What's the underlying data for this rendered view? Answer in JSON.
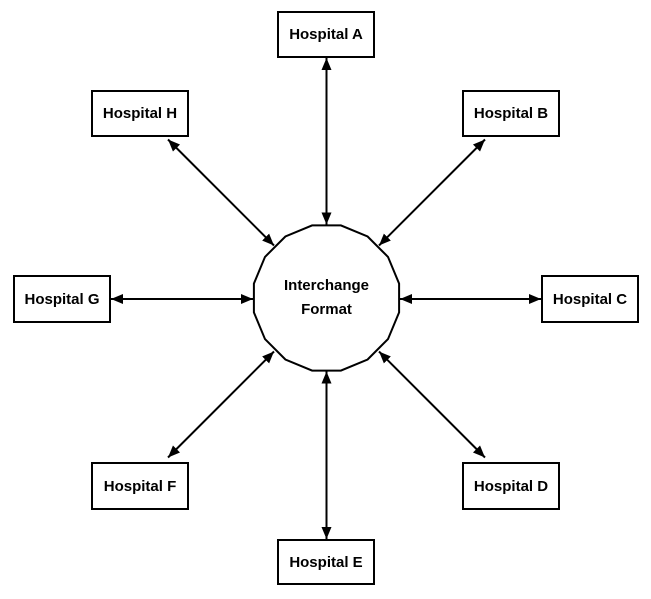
{
  "colors": {
    "ink": "#000000",
    "background": "#ffffff"
  },
  "hub": {
    "line1": "Interchange",
    "line2": "Format"
  },
  "nodes": [
    {
      "id": "A",
      "label": "Hospital A"
    },
    {
      "id": "B",
      "label": "Hospital B"
    },
    {
      "id": "C",
      "label": "Hospital C"
    },
    {
      "id": "D",
      "label": "Hospital D"
    },
    {
      "id": "E",
      "label": "Hospital E"
    },
    {
      "id": "F",
      "label": "Hospital F"
    },
    {
      "id": "G",
      "label": "Hospital G"
    },
    {
      "id": "H",
      "label": "Hospital H"
    }
  ],
  "connections": [
    {
      "from": "Hospital A",
      "to": "Interchange Format",
      "bidirectional": true
    },
    {
      "from": "Hospital B",
      "to": "Interchange Format",
      "bidirectional": true
    },
    {
      "from": "Hospital C",
      "to": "Interchange Format",
      "bidirectional": true
    },
    {
      "from": "Hospital D",
      "to": "Interchange Format",
      "bidirectional": true
    },
    {
      "from": "Hospital E",
      "to": "Interchange Format",
      "bidirectional": true
    },
    {
      "from": "Hospital F",
      "to": "Interchange Format",
      "bidirectional": true
    },
    {
      "from": "Hospital G",
      "to": "Interchange Format",
      "bidirectional": true
    },
    {
      "from": "Hospital H",
      "to": "Interchange Format",
      "bidirectional": true
    }
  ]
}
